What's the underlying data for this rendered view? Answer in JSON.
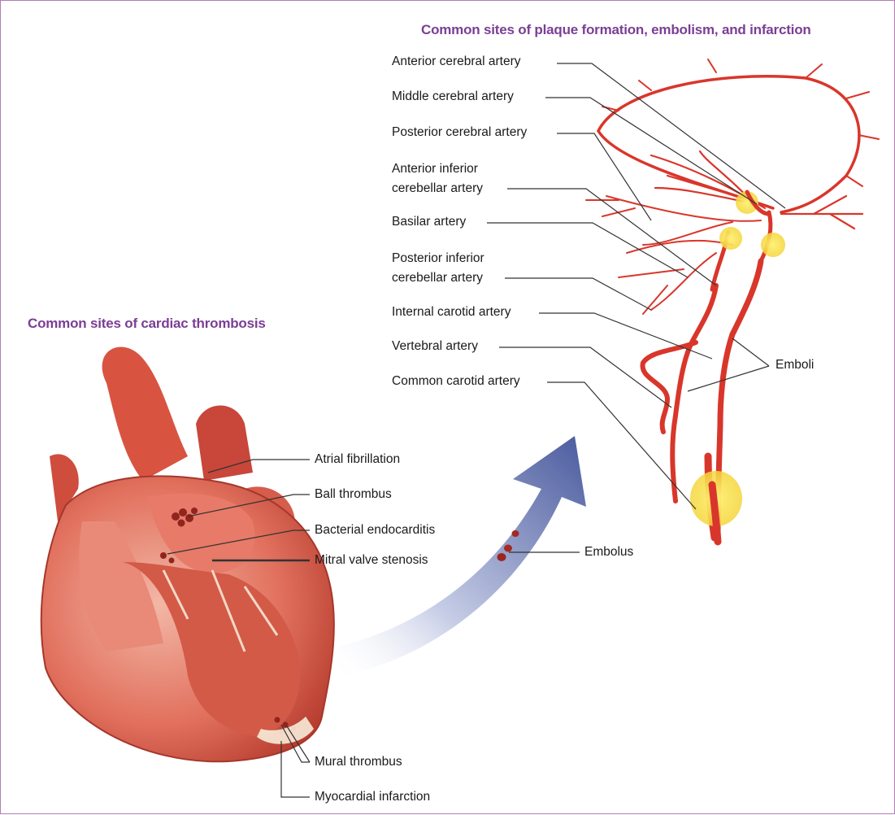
{
  "titles": {
    "arteries": "Common sites of plaque formation, embolism, and infarction",
    "cardiac": "Common sites of cardiac thrombosis"
  },
  "artery_labels": [
    "Anterior cerebral artery",
    "Middle cerebral artery",
    "Posterior cerebral artery",
    "Anterior inferior cerebellar artery",
    "Basilar artery",
    "Posterior inferior cerebellar artery",
    "Internal carotid artery",
    "Vertebral artery",
    "Common carotid artery"
  ],
  "artery_label_lines": {
    "anterior_inferior_1": "Anterior inferior",
    "anterior_inferior_2": "cerebellar artery",
    "posterior_inferior_1": "Posterior inferior",
    "posterior_inferior_2": "cerebellar artery"
  },
  "emboli_label": "Emboli",
  "heart_labels": [
    "Atrial fibrillation",
    "Ball thrombus",
    "Bacterial endocarditis",
    "Mitral valve stenosis",
    "Mural thrombus",
    "Myocardial infarction"
  ],
  "embolus_label": "Embolus",
  "colors": {
    "title_purple": "#7b3e95",
    "artery_red": "#d9362b",
    "plaque_yellow": "#f7e15a",
    "arrow_blue": "#5868a8",
    "heart_red": "#c9463a"
  }
}
